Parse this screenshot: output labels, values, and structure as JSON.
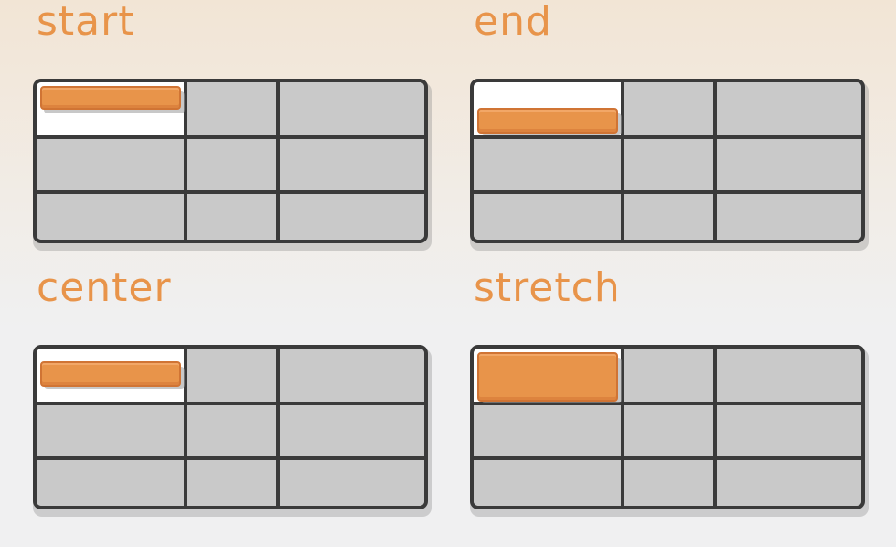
{
  "colors": {
    "accent": "#e8944a",
    "grid_line": "#3a3a3a",
    "cell_fill": "#c9c9c9",
    "active_cell": "#ffffff"
  },
  "panels": [
    {
      "id": "start",
      "label": "start"
    },
    {
      "id": "end",
      "label": "end"
    },
    {
      "id": "center",
      "label": "center"
    },
    {
      "id": "stretch",
      "label": "stretch"
    }
  ]
}
